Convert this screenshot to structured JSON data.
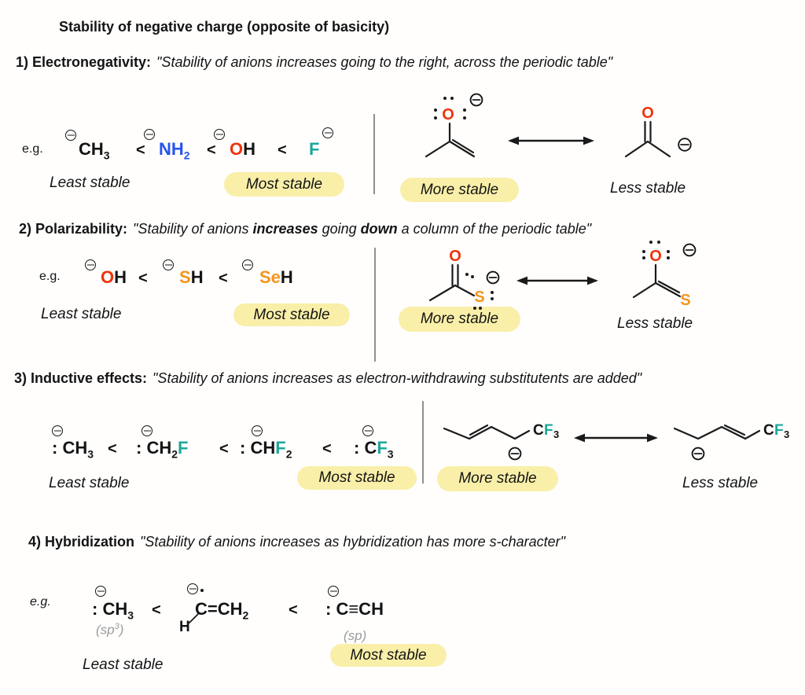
{
  "title": "Stability of negative charge (opposite of basicity)",
  "shared": {
    "eg": "e.g.",
    "lt": "<",
    "least": "Least stable",
    "most": "Most stable",
    "more": "More stable",
    "less": "Less stable"
  },
  "colors": {
    "oxygen_red": "#ee330a",
    "nitrogen_blue": "#2653f0",
    "fluorine_teal": "#1ba79b",
    "sulfur_orange": "#f7941d",
    "hybridization_gray": "#9b9b9b",
    "highlight_yellow": "#f9efa9",
    "divider_gray": "#8f8f8f"
  },
  "s1": {
    "heading": "1) Electronegativity:",
    "quote": "\"Stability of anions increases going to the right, across the periodic table\"",
    "f1": {
      "main": "CH",
      "sub": "3"
    },
    "f2": {
      "main": "NH",
      "sub": "2"
    },
    "f3": {
      "a": "O",
      "b": "H"
    },
    "f4": {
      "a": "F"
    },
    "res": {
      "o_left": "O",
      "o_right": "O"
    }
  },
  "s2": {
    "heading": "2) Polarizability:",
    "q1": "\"Stability of anions ",
    "q2": "increases",
    "q3": " going ",
    "q4": "down",
    "q5": " a column of the periodic table\"",
    "f1": {
      "a": "O",
      "b": "H"
    },
    "f2": {
      "a": "S",
      "b": "H"
    },
    "f3": {
      "a": "Se",
      "b": "H"
    },
    "res": {
      "o_left": "O",
      "s_left": "S",
      "o_right": "O",
      "s_right": "S"
    }
  },
  "s3": {
    "heading": "3) Inductive effects:",
    "quote": "\"Stability of anions increases as electron-withdrawing substitutents are added\"",
    "f1": {
      "pre": ": ",
      "main": "CH",
      "sub": "3"
    },
    "f2": {
      "pre": ": ",
      "main": "CH",
      "sub": "2",
      "f": "F"
    },
    "f3": {
      "pre": ": ",
      "main": "CH",
      "f": "F",
      "sub": "2"
    },
    "f4": {
      "pre": ": ",
      "main": "C",
      "f": "F",
      "sub": "3"
    },
    "res": {
      "c_left": "C",
      "f_left": "F",
      "n_left": "3",
      "c_right": "C",
      "f_right": "F",
      "n_right": "3"
    }
  },
  "s4": {
    "heading": "4) Hybridization",
    "quote": "\"Stability of anions increases as hybridization has more s-character\"",
    "f1": {
      "pre": ": ",
      "main": "CH",
      "sub": "3"
    },
    "hyb1_pre": "(sp",
    "hyb1_sup": "3",
    "hyb1_post": ")",
    "f2": {
      "main": "C=CH",
      "sub": "2",
      "h": "H"
    },
    "f3": {
      "pre": ": ",
      "main": "C≡CH"
    },
    "hyb3": "(sp)"
  }
}
